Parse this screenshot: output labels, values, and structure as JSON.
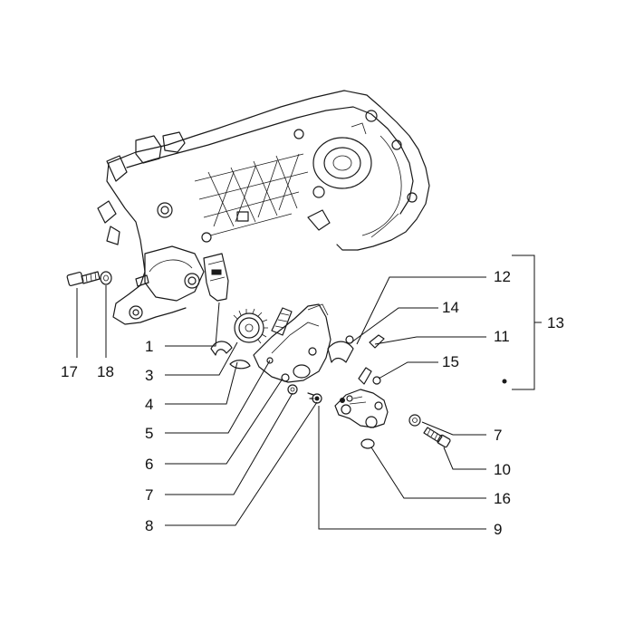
{
  "callouts": [
    {
      "id": "1",
      "text": "1"
    },
    {
      "id": "3",
      "text": "3"
    },
    {
      "id": "4",
      "text": "4"
    },
    {
      "id": "5",
      "text": "5"
    },
    {
      "id": "6",
      "text": "6"
    },
    {
      "id": "7a",
      "text": "7"
    },
    {
      "id": "8",
      "text": "8"
    },
    {
      "id": "17",
      "text": "17"
    },
    {
      "id": "18",
      "text": "18"
    },
    {
      "id": "12",
      "text": "12"
    },
    {
      "id": "14",
      "text": "14"
    },
    {
      "id": "11",
      "text": "11"
    },
    {
      "id": "15",
      "text": "15"
    },
    {
      "id": "13",
      "text": "13"
    },
    {
      "id": "7b",
      "text": "7"
    },
    {
      "id": "10",
      "text": "10"
    },
    {
      "id": "16",
      "text": "16"
    },
    {
      "id": "9",
      "text": "9"
    }
  ]
}
